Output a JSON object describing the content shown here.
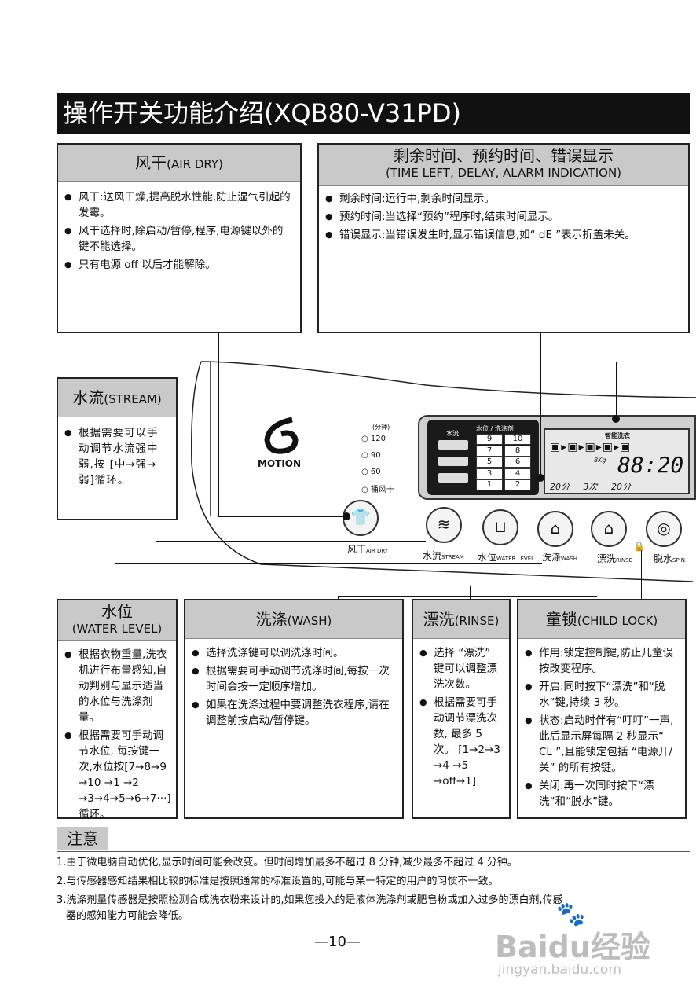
{
  "title": "操作开关功能介绍(XQB80-V31PD)",
  "boxes": {
    "airdry": {
      "title_zh": "风干",
      "title_en": "(AIR DRY)",
      "items": [
        "风干:送风干燥,提高脱水性能,防止湿气引起的发霉。",
        "风干选择时,除启动/暂停,程序,电源键以外的键不能选择。",
        "只有电源 off 以后才能解除。"
      ]
    },
    "time": {
      "title_zh": "剩余时间、预约时间、错误显示",
      "title_en": "(TIME LEFT, DELAY, ALARM INDICATION)",
      "items": [
        "剩余时间:运行中,剩余时间显示。",
        "预约时间:当选择“预约”程序时,结束时间显示。",
        "错误显示:当错误发生时,显示错误信息,如“ dE ”表示折盖未关。"
      ]
    },
    "stream": {
      "title_zh": "水流",
      "title_en": "(STREAM)",
      "items": [
        "根据需要可以手动调节水流强中弱,按 [中→强→弱]循环。"
      ]
    },
    "water": {
      "title_zh": "水位",
      "title_en": "(WATER LEVEL)",
      "items": [
        "根据衣物重量,洗衣机进行布量感知,自动判别与显示适当的水位与洗涤剂量。",
        "根据需要可手动调节水位, 每按键一次,水位按[7→8→9 →10 →1 →2 →3→4→5→6→7···]循环。"
      ]
    },
    "wash": {
      "title_zh": "洗涤",
      "title_en": "(WASH)",
      "items": [
        "选择洗涤键可以调洗涤时间。",
        "根据需要可手动调节洗涤时间,每按一次时间会按一定顺序增加。",
        "如果在洗涤过程中要调整洗衣程序,请在调整前按启动/暂停键。"
      ]
    },
    "rinse": {
      "title_zh": "漂洗",
      "title_en": "(RINSE)",
      "items": [
        "选择 “漂洗” 键可以调整漂洗次数。",
        "根据需要可手动调节漂洗次数, 最多 5 次。 [1→2→3 →4 →5 →off→1]"
      ]
    },
    "lock": {
      "title_zh": "童锁",
      "title_en": "(CHILD LOCK)",
      "items": [
        "作用:锁定控制键,防止儿童误按改变程序。",
        "开启:同时按下“漂洗”和“脱水”键,持续 3 秒。",
        "状态:启动时伴有“叮叮”一声,此后显示屏每隔 2 秒显示“ CL ”,且能锁定包括 “电源开/关” 的所有按键。",
        "关闭:再一次同时按下“漂洗”和“脱水”键。"
      ]
    }
  },
  "panel": {
    "brand": "MOTION",
    "dry_unit": "(分钟)",
    "dry_opts": [
      "120",
      "90",
      "60",
      "桶风干"
    ],
    "stream_label": "水流",
    "level_label": "水位 / 洗涤剂",
    "level_nums": [
      [
        "9",
        "10"
      ],
      [
        "7",
        "8"
      ],
      [
        "5",
        "6"
      ],
      [
        "3",
        "4"
      ],
      [
        "1",
        "2"
      ]
    ],
    "lcd_brand": "智能洗衣",
    "lcd_time": "88:20",
    "lcd_small1": "20分",
    "lcd_small2": "3次",
    "lcd_small3": "20分",
    "lcd_kg": "8Kg",
    "buttons": [
      {
        "zh": "风干",
        "en": "AIR DRY"
      },
      {
        "zh": "水流",
        "en": "STREAM"
      },
      {
        "zh": "水位",
        "en": "WATER LEVEL"
      },
      {
        "zh": "洗涤",
        "en": "WASH"
      },
      {
        "zh": "漂洗",
        "en": "RINSE"
      },
      {
        "zh": "脱水",
        "en": "SPIN"
      }
    ]
  },
  "notes": {
    "heading": "注意",
    "lines": [
      "1.由于微电脑自动优化,显示时间可能会改变。但时间增加最多不超过 8 分钟,减少最多不超过 4 分钟。",
      "2.与传感器感知结果相比较的标准是按照通常的标准设置的,可能与某一特定的用户的习惯不一致。",
      "3.洗涤剂量传感器是按照检测合成洗衣粉来设计的,如果您投入的是液体洗涤剂或肥皂粉或加入过多的漂白剂,传感",
      "器的感知能力可能会降低。"
    ]
  },
  "page_number": "—10—",
  "watermark": {
    "brand": "Baidu经验",
    "url": "jingyan.baidu.com"
  }
}
